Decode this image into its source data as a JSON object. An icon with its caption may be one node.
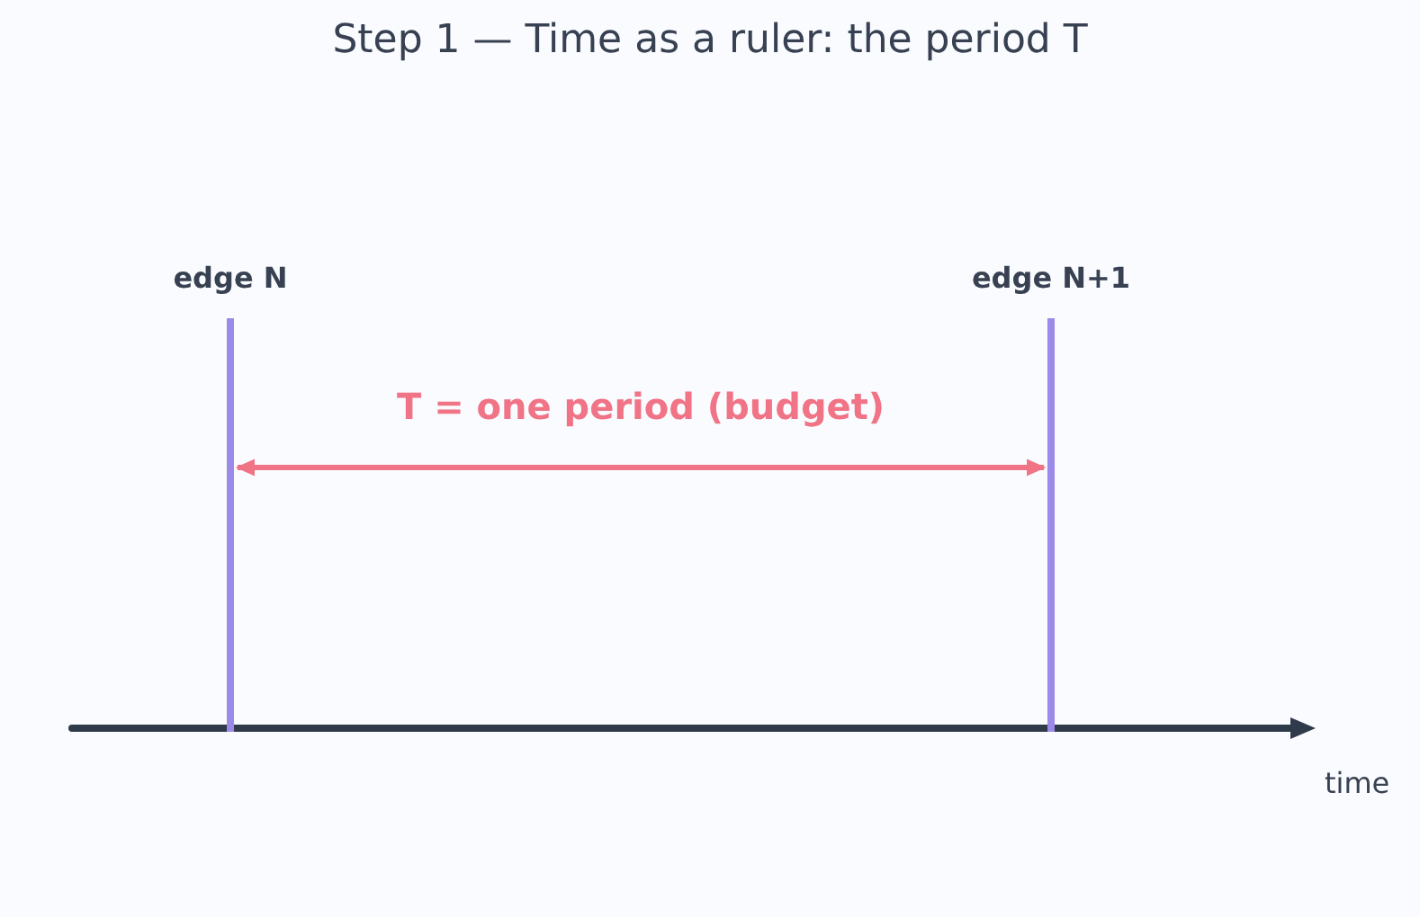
{
  "diagram": {
    "title": "Step 1 — Time as a ruler: the period T",
    "nodes": [
      {
        "text": [
          "edge N"
        ]
      },
      {
        "text": [
          "edge N+1"
        ]
      }
    ],
    "edges": [
      {
        "from": 0,
        "to": 1,
        "arrow": "both",
        "label": "T = one period (budget)",
        "color": "#f07386"
      }
    ],
    "labels": [
      "time"
    ]
  }
}
